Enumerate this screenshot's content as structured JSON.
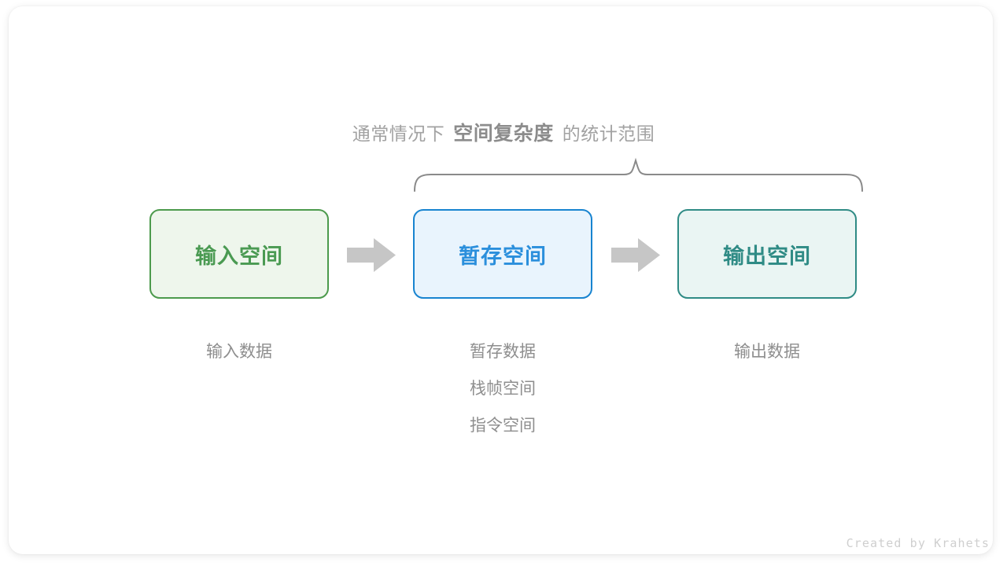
{
  "caption": {
    "prefix": "通常情况下",
    "emphasis": "空间复杂度",
    "suffix": "的统计范围"
  },
  "boxes": [
    {
      "id": "input",
      "label": "输入空间",
      "border": "#4c9a4c",
      "fill": "#eef6ec",
      "text": "#4a9a52"
    },
    {
      "id": "temp",
      "label": "暂存空间",
      "border": "#1884d0",
      "fill": "#e9f4fd",
      "text": "#2b8fdc"
    },
    {
      "id": "output",
      "label": "输出空间",
      "border": "#2f8b85",
      "fill": "#eaf5f3",
      "text": "#2f8b85"
    }
  ],
  "arrows": [
    {
      "id": "arrow-1",
      "direction": "right",
      "color": "#c6c6c6"
    },
    {
      "id": "arrow-2",
      "direction": "right",
      "color": "#c6c6c6"
    }
  ],
  "below": {
    "input": [
      "输入数据"
    ],
    "temp": [
      "暂存数据",
      "栈帧空间",
      "指令空间"
    ],
    "output": [
      "输出数据"
    ]
  },
  "brace": {
    "color": "#8a8a8a",
    "covers": [
      "暂存空间",
      "输出空间"
    ]
  },
  "credit": "Created by Krahets",
  "colors": {
    "background": "#ffffff",
    "caption_text": "#a2a2a2",
    "caption_emphasis": "#8c8c8c",
    "label_text": "#8e8e8e",
    "credit_text": "#cfcfcf"
  }
}
